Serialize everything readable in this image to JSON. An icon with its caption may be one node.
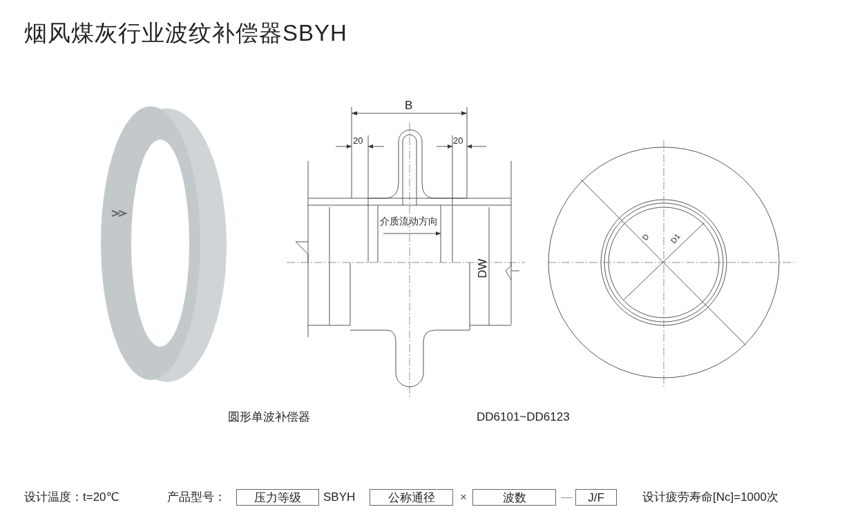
{
  "diagram": {
    "title": "烟风煤灰行业波纹补偿器SBYH",
    "nodes": [
      {
        "text": [
          "压力等级"
        ]
      },
      {
        "text": [
          "公称通径"
        ]
      },
      {
        "text": [
          "波数"
        ]
      },
      {
        "text": [
          "J/F"
        ]
      }
    ],
    "labels": [
      "B",
      "20",
      "20",
      "介质流动方向",
      "DW",
      "D",
      "D1",
      "圆形单波补偿器",
      "DD6101~DD6123",
      "设计温度：t=20℃",
      "产品型号：",
      "SBYH",
      "×",
      "—",
      "设计疲劳寿命[Nc]=1000次"
    ]
  }
}
